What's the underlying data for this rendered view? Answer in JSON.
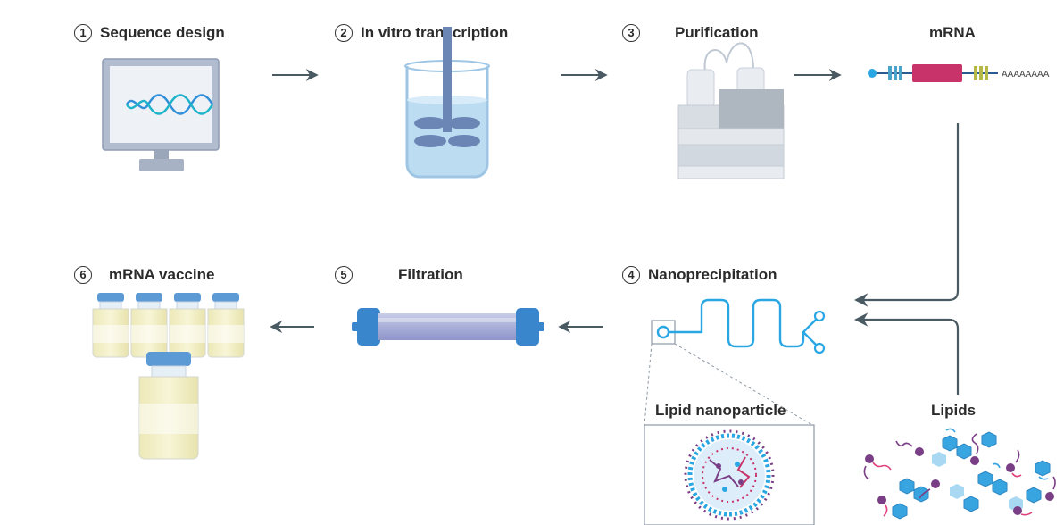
{
  "steps": [
    {
      "num": "1",
      "title": "Sequence design"
    },
    {
      "num": "2",
      "title": "In vitro transcription"
    },
    {
      "num": "3",
      "title": "Purification"
    },
    {
      "num": "4",
      "title": "Nanoprecipitation"
    },
    {
      "num": "5",
      "title": "Filtration"
    },
    {
      "num": "6",
      "title": "mRNA vaccine"
    }
  ],
  "labels": {
    "mrna": "mRNA",
    "lipids": "Lipids",
    "lipid_nanoparticle": "Lipid nanoparticle",
    "poly_a_tail": "AAAAAAAA"
  },
  "colors": {
    "arrow": "#4a5a63",
    "monitor_frame": "#a8b3c6",
    "dna_blue": "#2f8fd8",
    "liquid_blue": "#bcdcf2",
    "microfluidic_cyan": "#2aa7e3",
    "mrna_cds": "#c8336a",
    "vial_fill": "#f2efc2",
    "filter_cap": "#3a86cc",
    "lipid_purple": "#7a3e86"
  }
}
